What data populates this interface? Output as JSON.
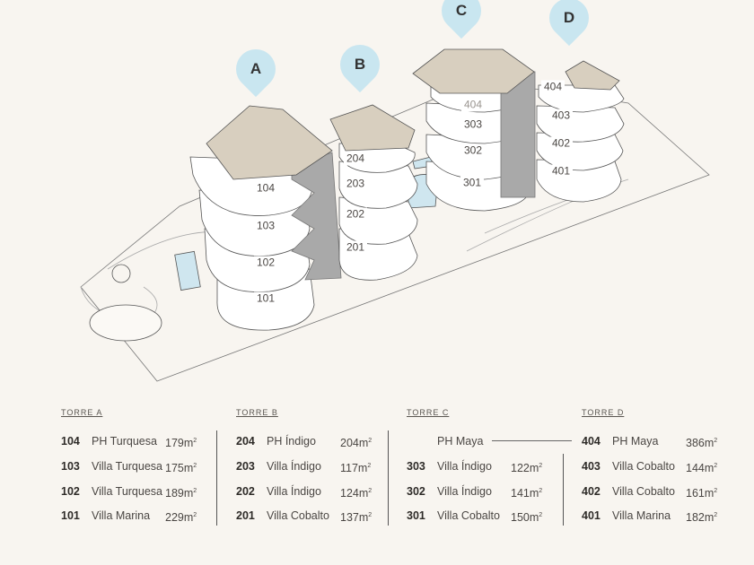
{
  "markers": [
    {
      "label": "A"
    },
    {
      "label": "B"
    },
    {
      "label": "C"
    },
    {
      "label": "D"
    }
  ],
  "map_labels": {
    "a": [
      "104",
      "103",
      "102",
      "101"
    ],
    "b": [
      "204",
      "203",
      "202",
      "201"
    ],
    "c": [
      "404",
      "303",
      "302",
      "301"
    ],
    "d": [
      "404",
      "403",
      "402",
      "401"
    ]
  },
  "towers": [
    {
      "title": "TORRE A",
      "units": [
        {
          "num": "104",
          "name": "PH Turquesa",
          "area": "179m",
          "sup": "2"
        },
        {
          "num": "103",
          "name": "Villa Turquesa",
          "area": "175m",
          "sup": "2"
        },
        {
          "num": "102",
          "name": "Villa Turquesa",
          "area": "189m",
          "sup": "2"
        },
        {
          "num": "101",
          "name": "Villa Marina",
          "area": "229m",
          "sup": "2"
        }
      ]
    },
    {
      "title": "TORRE B",
      "units": [
        {
          "num": "204",
          "name": "PH Índigo",
          "area": "204m",
          "sup": "2"
        },
        {
          "num": "203",
          "name": "Villa Índigo",
          "area": "117m",
          "sup": "2"
        },
        {
          "num": "202",
          "name": "Villa Índigo",
          "area": "124m",
          "sup": "2"
        },
        {
          "num": "201",
          "name": "Villa Cobalto",
          "area": "137m",
          "sup": "2"
        }
      ]
    },
    {
      "title": "TORRE C",
      "units": [
        {
          "num": "",
          "name": "PH Maya",
          "area": "",
          "sup": ""
        },
        {
          "num": "303",
          "name": "Villa Índigo",
          "area": "122m",
          "sup": "2"
        },
        {
          "num": "302",
          "name": "Villa Índigo",
          "area": "141m",
          "sup": "2"
        },
        {
          "num": "301",
          "name": "Villa Cobalto",
          "area": "150m",
          "sup": "2"
        }
      ]
    },
    {
      "title": "TORRE D",
      "units": [
        {
          "num": "404",
          "name": "PH Maya",
          "area": "386m",
          "sup": "2"
        },
        {
          "num": "403",
          "name": "Villa Cobalto",
          "area": "144m",
          "sup": "2"
        },
        {
          "num": "402",
          "name": "Villa Cobalto",
          "area": "161m",
          "sup": "2"
        },
        {
          "num": "401",
          "name": "Villa Marina",
          "area": "182m",
          "sup": "2"
        }
      ]
    }
  ],
  "colors": {
    "marker": "#c9e6f0",
    "roof": "#d8cfbf",
    "core": "#a9a9a9",
    "pool": "#cfe6ef"
  }
}
